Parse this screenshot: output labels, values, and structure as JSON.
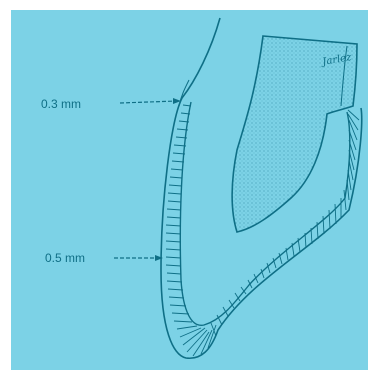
{
  "diagram": {
    "labels": {
      "upper_thickness": "0.3 mm",
      "lower_thickness": "0.5 mm",
      "signature": "Jarlez"
    },
    "colors": {
      "background": "#7cd2e6",
      "ink": "#0f6f86"
    }
  }
}
